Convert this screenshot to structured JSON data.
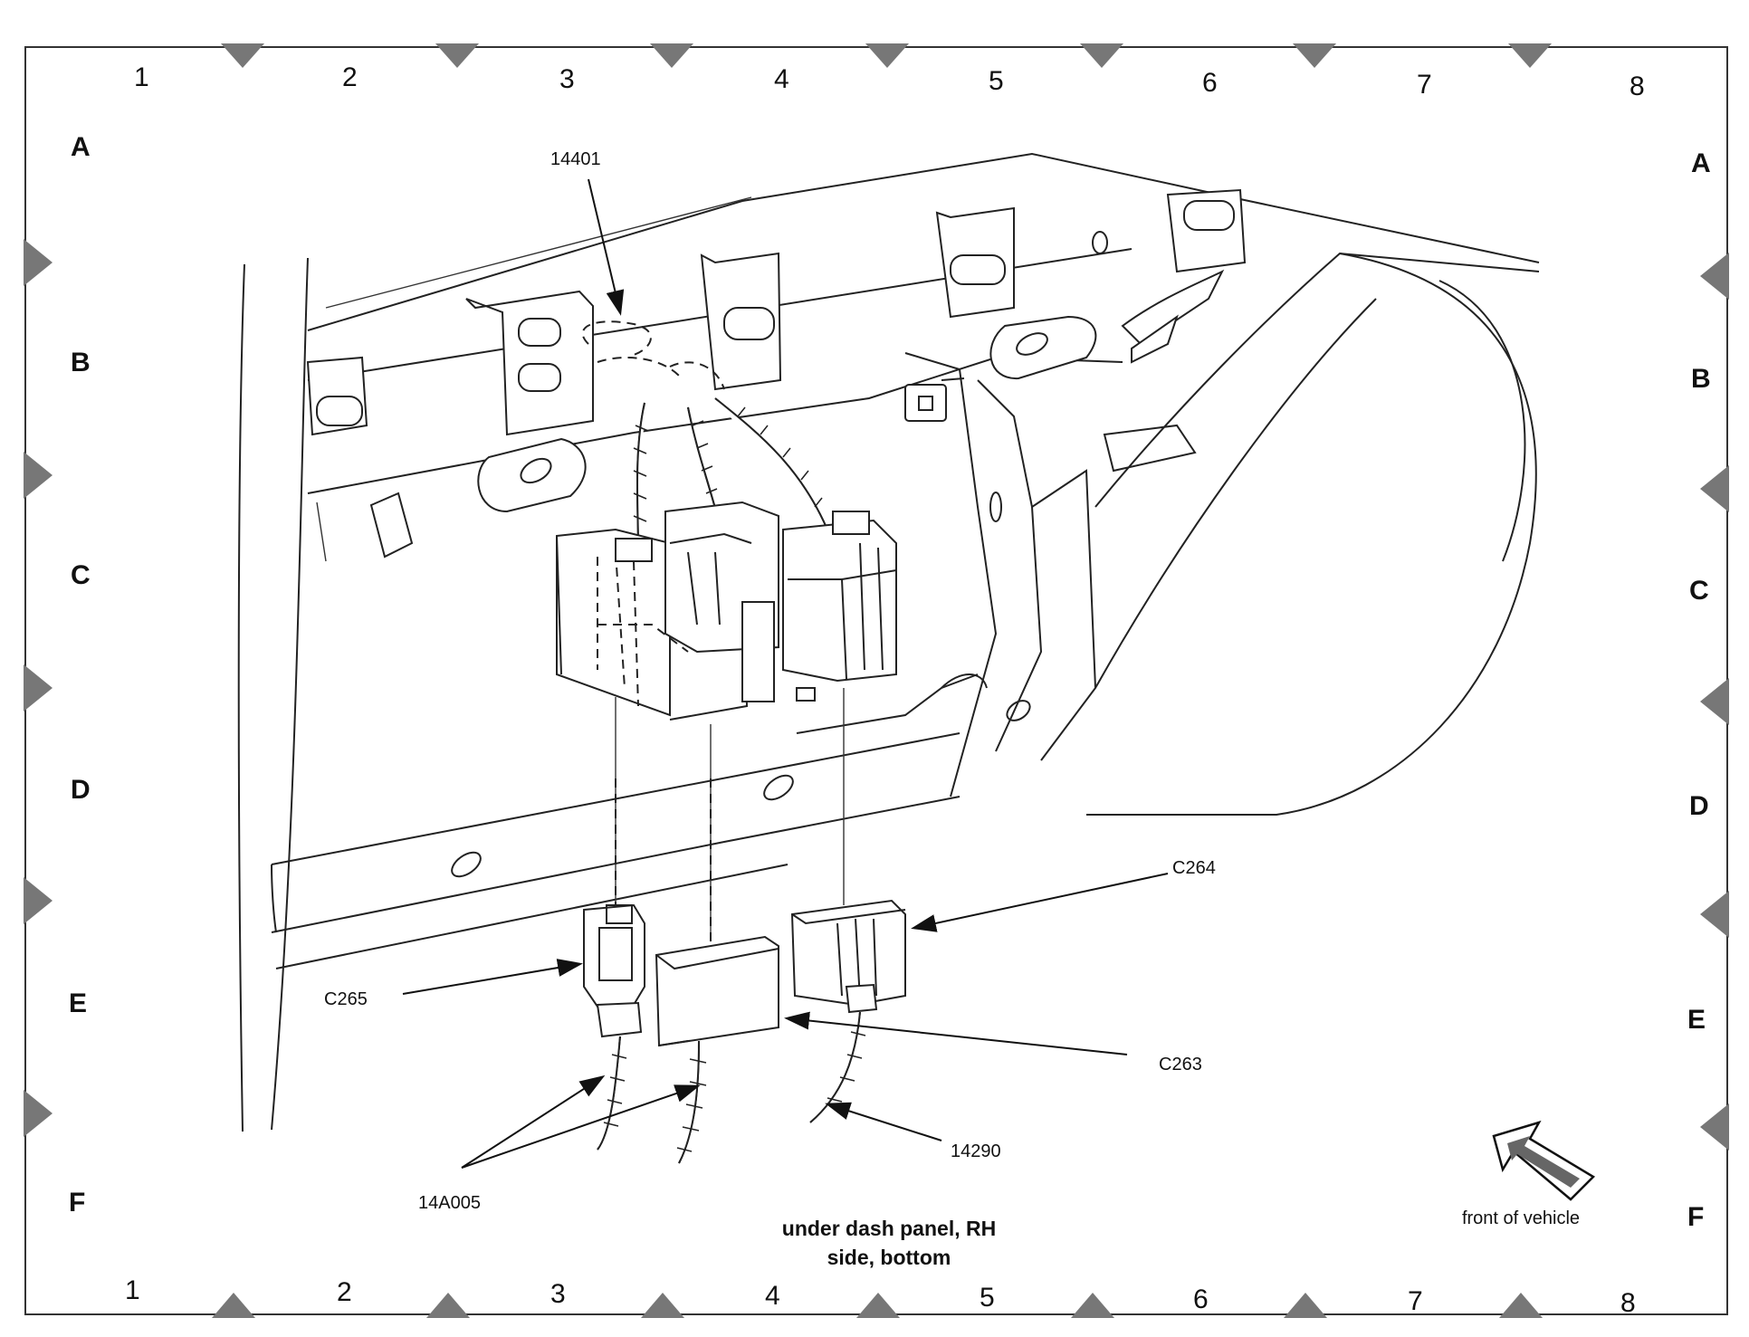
{
  "grid": {
    "columns": [
      "1",
      "2",
      "3",
      "4",
      "5",
      "6",
      "7",
      "8"
    ],
    "rows": [
      "A",
      "B",
      "C",
      "D",
      "E",
      "F"
    ]
  },
  "components": {
    "harness_14401": "14401",
    "connector_c264": "C264",
    "connector_c265": "C265",
    "connector_c263": "C263",
    "harness_14290": "14290",
    "harness_14a005": "14A005"
  },
  "caption": {
    "line1": "under dash panel, RH",
    "line2": "side, bottom"
  },
  "orientation": {
    "label": "front of vehicle",
    "icon": "front-of-vehicle-arrow-icon"
  },
  "colors": {
    "line": "#222222",
    "marker": "#777777",
    "background": "#ffffff"
  }
}
